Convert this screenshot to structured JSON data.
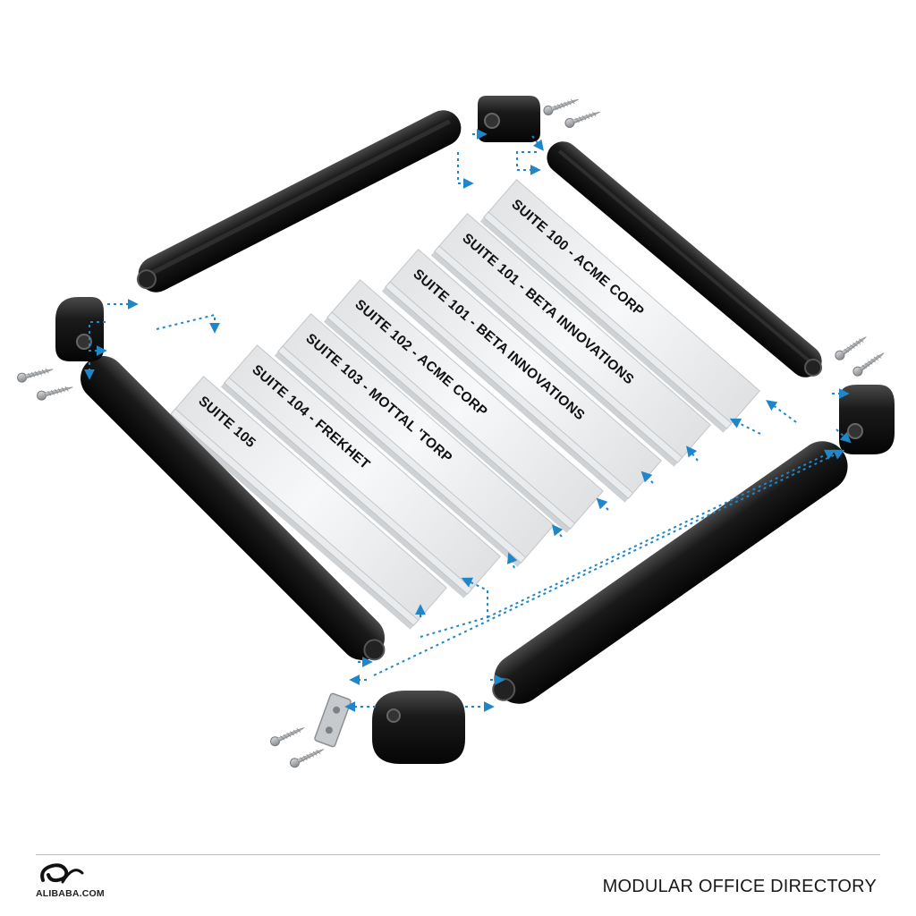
{
  "plates": [
    "SUITE 100 - ACME CORP",
    "SUITE 101 - BETA INNOVATIONS",
    "SUITE 101 - BETA INNOVATIONS",
    "SUITE 102 - ACME CORP",
    "SUITE 103 - MOTTAL 'TORP",
    "SUITE 104 - FREKHET",
    "SUITE 105"
  ],
  "footer": {
    "logo_text": "ALIBABA.COM",
    "title": "MODULAR OFFICE DIRECTORY"
  },
  "colors": {
    "frame": "#111111",
    "plate": "#f3f4f5",
    "arrow": "#1f86c8",
    "screw": "#a9aeb3"
  },
  "icons": {
    "logo": "alibaba-logo-icon",
    "screw": "screw-icon",
    "arrow": "dotted-arrow-icon"
  }
}
